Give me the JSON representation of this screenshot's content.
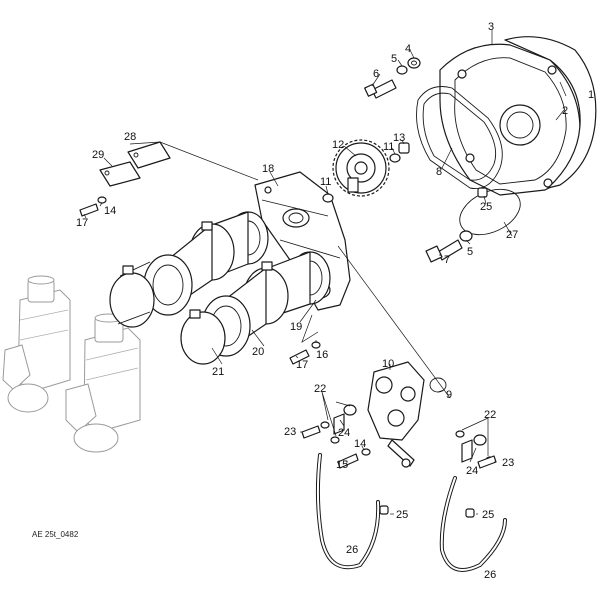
{
  "diagram": {
    "reference_code": "AE 25t_0482",
    "callouts": [
      "1",
      "2",
      "3",
      "4",
      "5",
      "6",
      "7",
      "8",
      "9",
      "10",
      "11",
      "12",
      "13",
      "14",
      "15",
      "16",
      "17",
      "18",
      "19",
      "20",
      "21",
      "22",
      "23",
      "24",
      "25",
      "26",
      "27",
      "28",
      "29",
      "11",
      "5",
      "14",
      "17",
      "22",
      "23",
      "24",
      "25",
      "26"
    ]
  }
}
